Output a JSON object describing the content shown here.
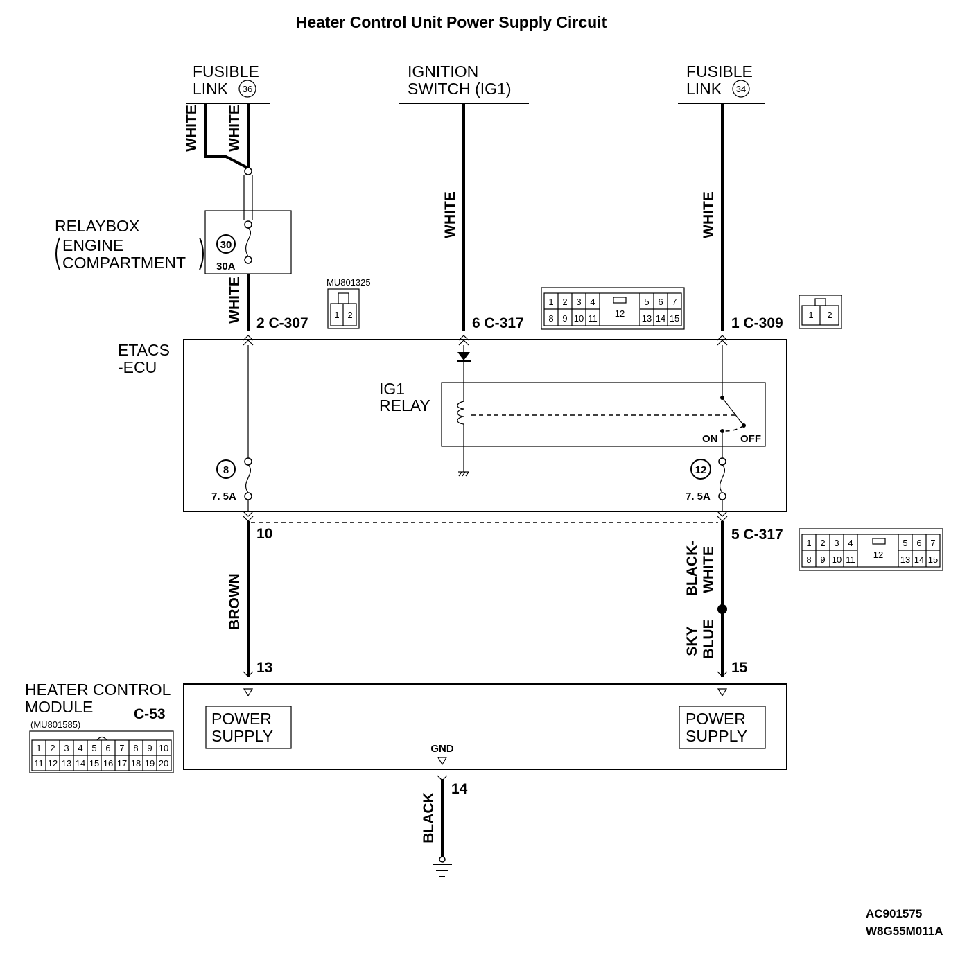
{
  "title": "Heater Control Unit Power Supply Circuit",
  "sources": {
    "left": {
      "line1": "FUSIBLE",
      "line2": "LINK",
      "num": "36"
    },
    "middle": {
      "line1": "IGNITION",
      "line2": "SWITCH (IG1)"
    },
    "right": {
      "line1": "FUSIBLE",
      "line2": "LINK",
      "num": "34"
    }
  },
  "relaybox": {
    "line1": "RELAYBOX",
    "line2": "ENGINE",
    "line3": "COMPARTMENT",
    "fuse_num": "30",
    "fuse_rating": "30A"
  },
  "etacs": {
    "line1": "ETACS",
    "line2": "-ECU"
  },
  "ig1_relay": {
    "line1": "IG1",
    "line2": "RELAY",
    "on": "ON",
    "off": "OFF"
  },
  "ecu_fuses": [
    {
      "num": "8",
      "rating": "7. 5A"
    },
    {
      "num": "12",
      "rating": "7. 5A"
    }
  ],
  "connectors": {
    "c307": {
      "pin": "2 C-307",
      "part": "MU801325",
      "cells": [
        "1",
        "2"
      ]
    },
    "c317_top": {
      "pin": "6 C-317",
      "top": [
        "1",
        "2",
        "3",
        "4",
        "5",
        "6",
        "7"
      ],
      "bottom": [
        "8",
        "9",
        "10",
        "11",
        "13",
        "14",
        "15"
      ],
      "center": "12"
    },
    "c309": {
      "pin": "1 C-309",
      "cells": [
        "1",
        "2"
      ]
    },
    "c317_bottom": {
      "pin": "5 C-317",
      "top": [
        "1",
        "2",
        "3",
        "4",
        "5",
        "6",
        "7"
      ],
      "bottom": [
        "8",
        "9",
        "10",
        "11",
        "13",
        "14",
        "15"
      ],
      "center": "12"
    },
    "c53": {
      "label": "C-53",
      "part": "(MU801585)",
      "top": [
        "1",
        "2",
        "3",
        "4",
        "5",
        "6",
        "7",
        "8",
        "9",
        "10"
      ],
      "bottom": [
        "11",
        "12",
        "13",
        "14",
        "15",
        "16",
        "17",
        "18",
        "19",
        "20"
      ]
    }
  },
  "pins": {
    "p10": "10",
    "p13": "13",
    "p15": "15",
    "p14": "14"
  },
  "wires": {
    "white_a": "WHITE",
    "white_b": "WHITE",
    "white_relay": "WHITE",
    "white_mid": "WHITE",
    "white_right": "WHITE",
    "brown": "BROWN",
    "black_white_1": "BLACK-",
    "black_white_2": "WHITE",
    "sky_blue_1": "SKY",
    "sky_blue_2": "BLUE",
    "black": "BLACK"
  },
  "module": {
    "line1": "HEATER CONTROL",
    "line2": "MODULE",
    "ps_left_1": "POWER",
    "ps_left_2": "SUPPLY",
    "ps_right_1": "POWER",
    "ps_right_2": "SUPPLY",
    "gnd": "GND"
  },
  "footer": {
    "code1": "AC901575",
    "code2": "W8G55M011A"
  }
}
